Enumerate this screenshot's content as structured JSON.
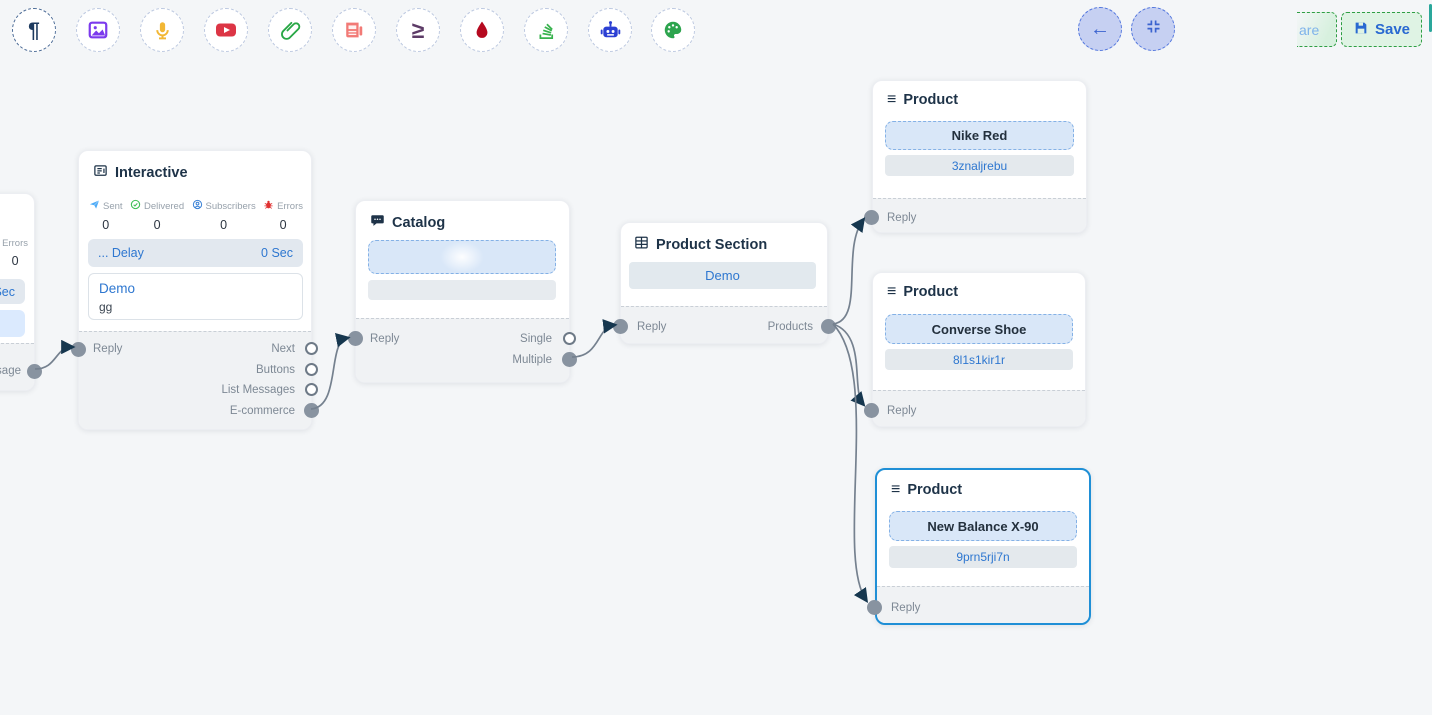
{
  "toolbar": {
    "buttons": [
      {
        "icon": "pilcrow-icon",
        "color": "#1d3a5f",
        "glyph": "¶",
        "active": true
      },
      {
        "icon": "image-icon",
        "color": "#7c3aed"
      },
      {
        "icon": "microphone-icon",
        "color": "#f2b735"
      },
      {
        "icon": "youtube-icon",
        "color": "#dc3545"
      },
      {
        "icon": "paperclip-icon",
        "color": "#28a745"
      },
      {
        "icon": "newspaper-icon",
        "color": "#f27a76"
      },
      {
        "icon": "greater-equal-icon",
        "color": "#5c3a66",
        "glyph": "≥"
      },
      {
        "icon": "droplet-icon",
        "color": "#b5091f"
      },
      {
        "icon": "stack-icon",
        "color": "#37b24d"
      },
      {
        "icon": "robot-icon",
        "color": "#2b3fd3"
      },
      {
        "icon": "palette-icon",
        "color": "#2da44e"
      }
    ]
  },
  "top_right": {
    "back_glyph": "←",
    "partial_label": "are",
    "save_label": "Save"
  },
  "nodes": {
    "left_partial": {
      "errors_label": "Errors",
      "errors_value": "0",
      "delay_value": "Sec",
      "port_label": "essage"
    },
    "interactive": {
      "title": "Interactive",
      "stats": [
        {
          "label": "Sent",
          "value": "0"
        },
        {
          "label": "Delivered",
          "value": "0"
        },
        {
          "label": "Subscribers",
          "value": "0"
        },
        {
          "label": "Errors",
          "value": "0"
        }
      ],
      "delay_label": "... Delay",
      "delay_value": "0 Sec",
      "body_title": "Demo",
      "body_text": "gg",
      "reply_label": "Reply",
      "outputs": [
        "Next",
        "Buttons",
        "List Messages",
        "E-commerce"
      ]
    },
    "catalog": {
      "title": "Catalog",
      "reply_label": "Reply",
      "outputs": [
        "Single",
        "Multiple"
      ]
    },
    "product_section": {
      "title": "Product Section",
      "body": "Demo",
      "reply_label": "Reply",
      "output": "Products"
    },
    "products": [
      {
        "title": "Product",
        "name": "Nike Red",
        "code": "3znaljrebu",
        "reply_label": "Reply"
      },
      {
        "title": "Product",
        "name": "Converse Shoe",
        "code": "8l1s1kir1r",
        "reply_label": "Reply"
      },
      {
        "title": "Product",
        "name": "New Balance X-90",
        "code": "9prn5rji7n",
        "reply_label": "Reply",
        "selected": true
      }
    ]
  },
  "edges": [
    {
      "from": "left-partial-node:essage",
      "to": "interactive:Reply"
    },
    {
      "from": "interactive:E-commerce",
      "to": "catalog:Reply"
    },
    {
      "from": "catalog:Multiple",
      "to": "product-section:Reply"
    },
    {
      "from": "product-section:Products",
      "to": "product-nike-red:Reply"
    },
    {
      "from": "product-section:Products",
      "to": "product-converse-shoe:Reply"
    },
    {
      "from": "product-section:Products",
      "to": "product-new-balance-x90:Reply"
    }
  ],
  "colors": {
    "canvas_bg": "#f4f6f8",
    "accent_blue": "#2e77d0",
    "save_green_border": "#2f9e44",
    "edge_stroke": "#75818f",
    "arrow_navy": "#16374f",
    "selected_border": "#1f8fd6"
  }
}
